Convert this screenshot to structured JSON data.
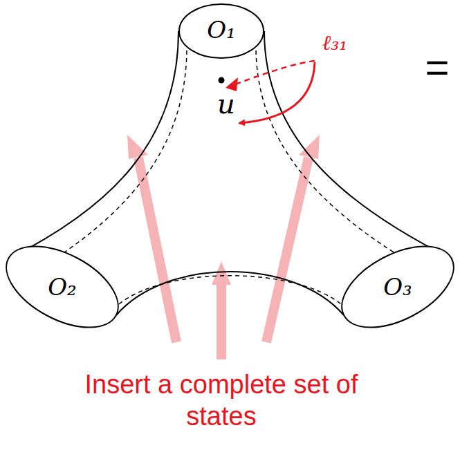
{
  "diagram": {
    "nodes": [
      {
        "text": [
          "O₁"
        ]
      },
      {
        "text": [
          "O₂"
        ]
      },
      {
        "text": [
          "O₃"
        ]
      }
    ],
    "labels": [
      "u",
      "ℓ₃₁",
      "=",
      "Insert a complete set of states"
    ]
  }
}
